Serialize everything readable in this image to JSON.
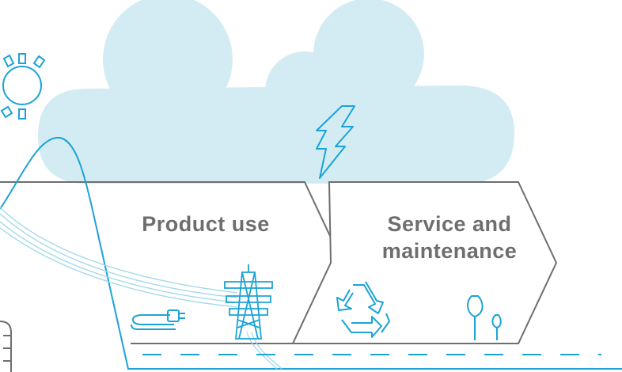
{
  "stages": [
    {
      "id": "product-use",
      "lines": [
        "Product use"
      ]
    },
    {
      "id": "service-maintenance",
      "lines": [
        "Service and",
        "maintenance"
      ]
    }
  ],
  "colors": {
    "cloud": "#d3ecf3",
    "line_blue": "#1ba3d6",
    "outline_gray": "#6e6e70",
    "text_gray": "#6e6e70",
    "background": "#ffffff"
  },
  "icons": [
    "sun-icon",
    "lightning-bolt-icon",
    "cable-plug-icon",
    "power-pylon-icon",
    "recycle-icon",
    "seedling-icon",
    "hill-icon",
    "silo-icon"
  ]
}
